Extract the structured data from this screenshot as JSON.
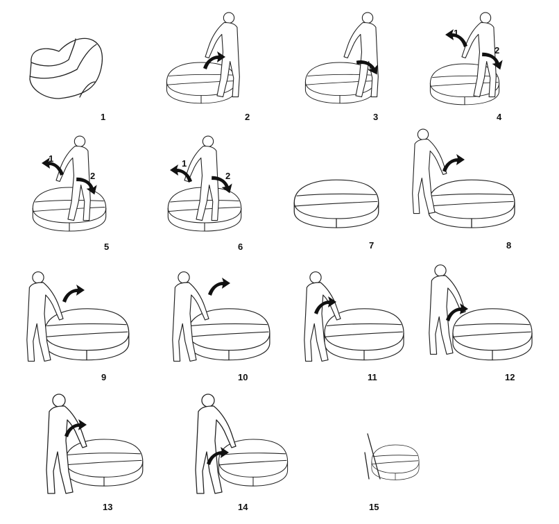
{
  "steps": [
    {
      "number": "1"
    },
    {
      "number": "2"
    },
    {
      "number": "3"
    },
    {
      "number": "4",
      "callouts": [
        "1",
        "2"
      ]
    },
    {
      "number": "5",
      "callouts": [
        "1",
        "2"
      ]
    },
    {
      "number": "6",
      "callouts": [
        "1",
        "2"
      ]
    },
    {
      "number": "7"
    },
    {
      "number": "8"
    },
    {
      "number": "9"
    },
    {
      "number": "10"
    },
    {
      "number": "11"
    },
    {
      "number": "12"
    },
    {
      "number": "13"
    },
    {
      "number": "14"
    },
    {
      "number": "15"
    }
  ]
}
